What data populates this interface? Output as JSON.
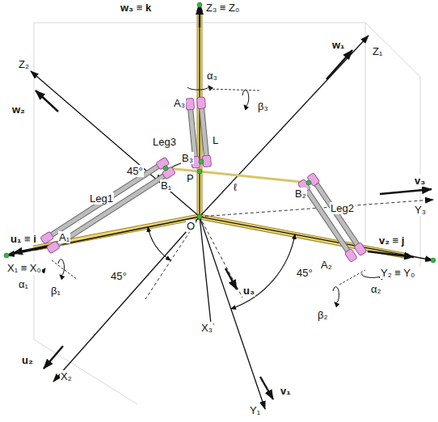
{
  "diagram": {
    "labels": [
      "w₃ ≡ k",
      "Z₃ ≡ Z₀",
      "Z₂",
      "w₂",
      "w₁",
      "Z₁",
      "α₃",
      "β₃",
      "A₃",
      "Leg3",
      "L",
      "B₃",
      "45°",
      "P",
      "ℓ",
      "B₁",
      "B₂",
      "Leg2",
      "v₃",
      "Y₃",
      "Leg1",
      "A₁",
      "A₂",
      "O",
      "u₁ ≡ i",
      "v₂ ≡ j",
      "X₁ ≡ X₀",
      "Y₂ ≡ Y₀",
      "α₁",
      "β₁",
      "β₂",
      "α₂",
      "45°",
      "45°",
      "X₃",
      "u₃",
      "u₂",
      "X₂",
      "Y₁",
      "v₁"
    ]
  }
}
